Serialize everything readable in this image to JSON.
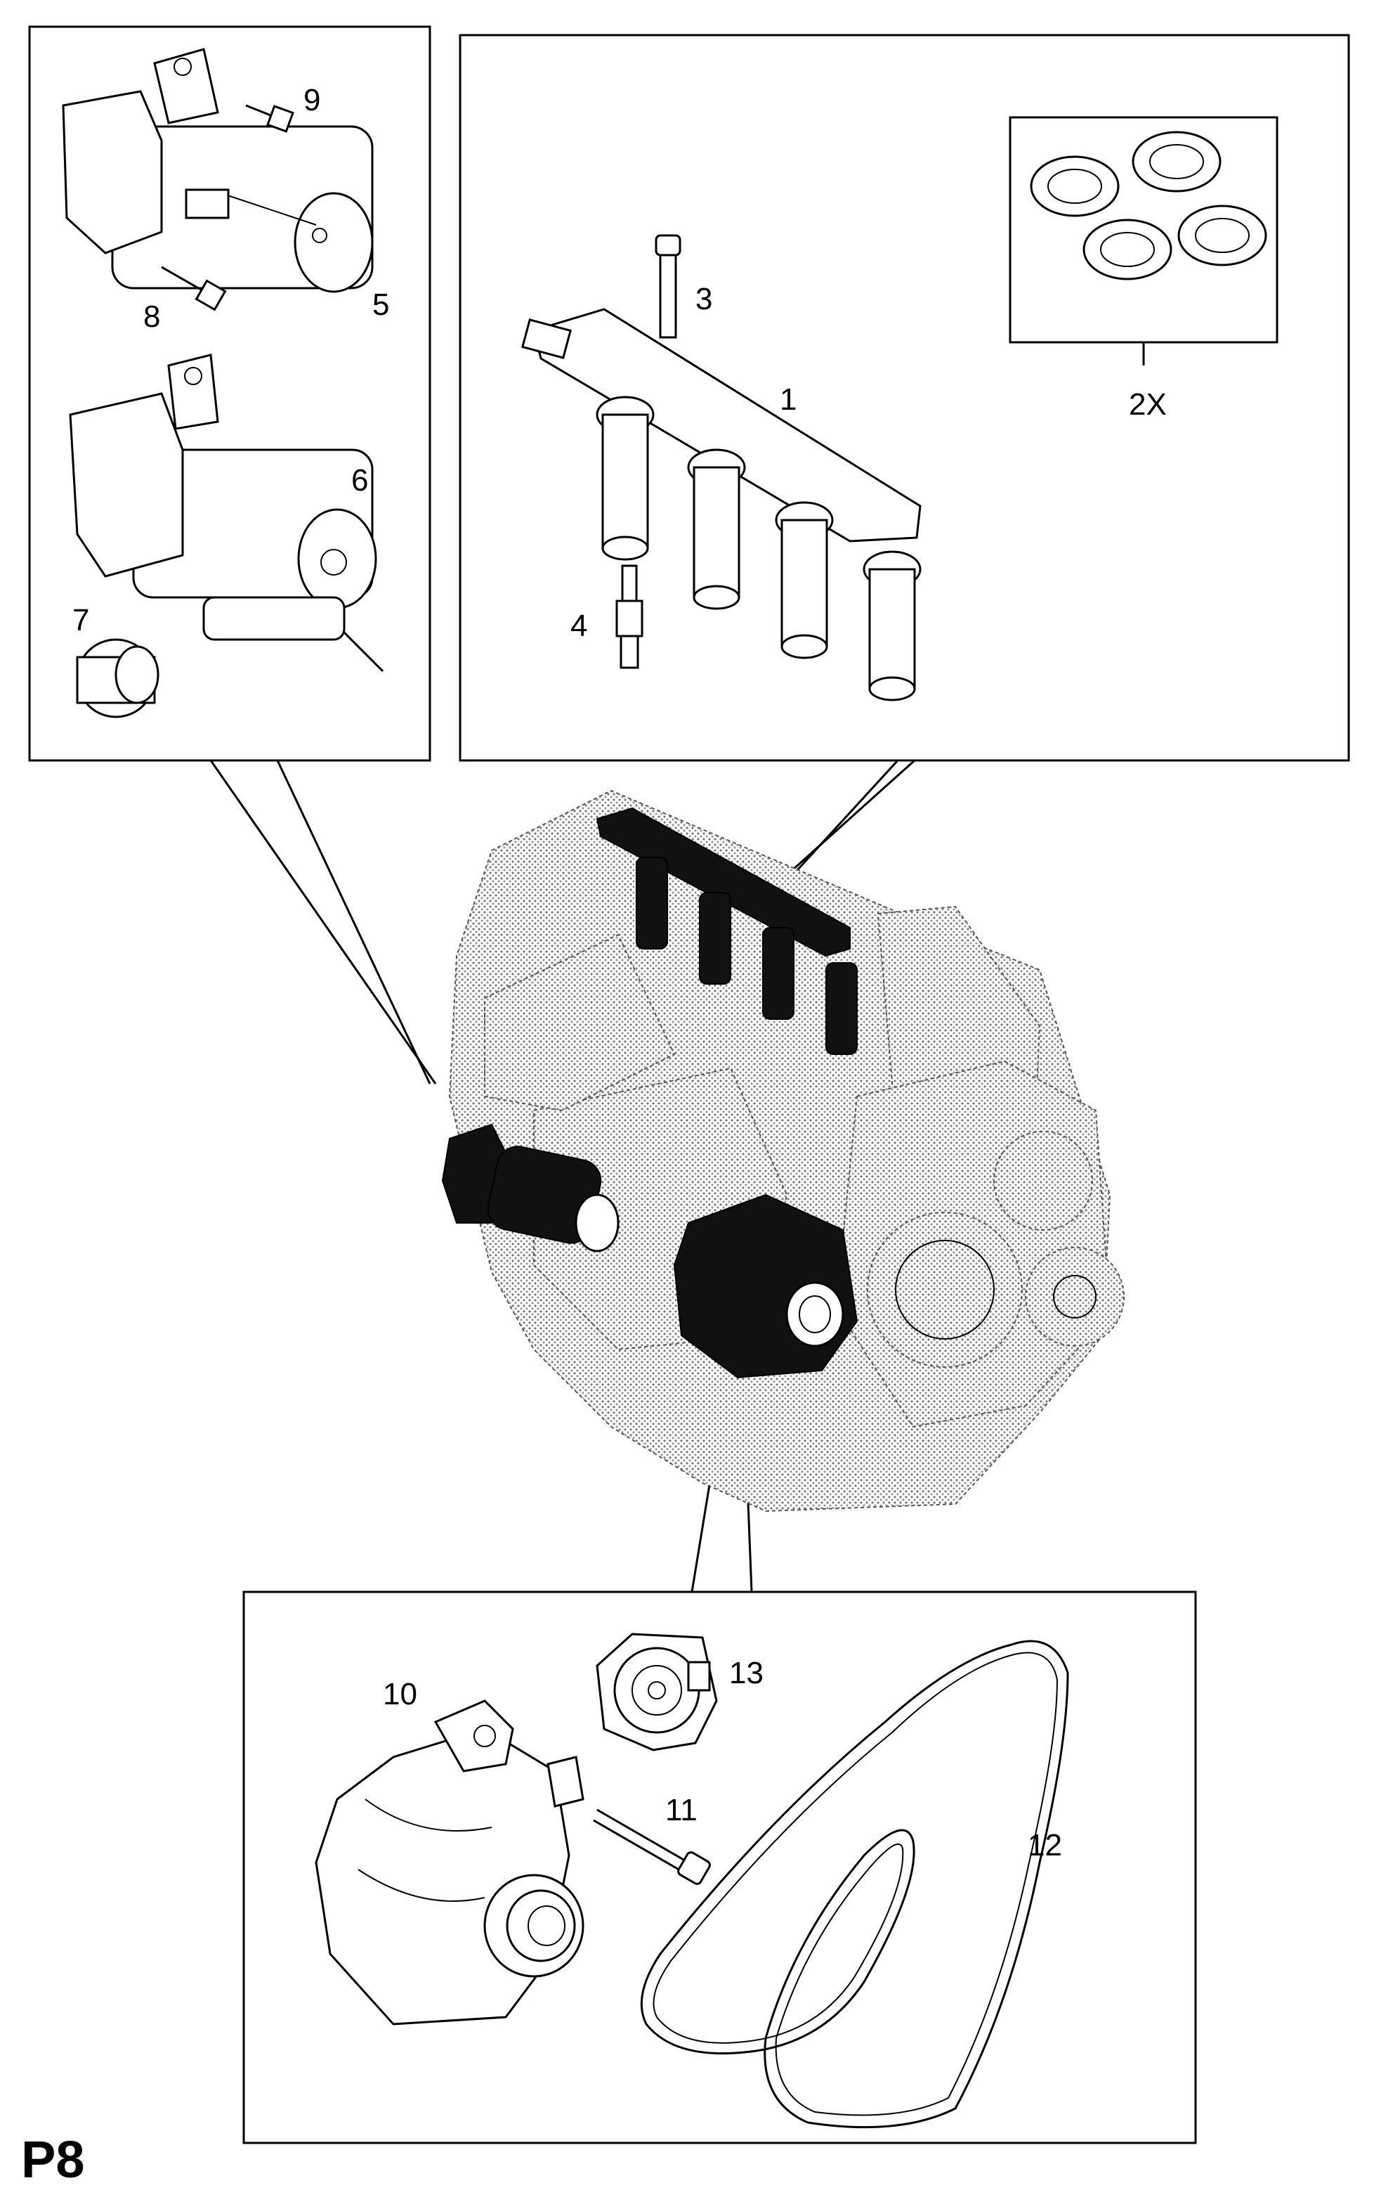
{
  "page_label": "P8",
  "callouts": {
    "starter_box": {
      "n9": "9",
      "n8": "8",
      "n5": "5",
      "n6": "6",
      "n7": "7"
    },
    "ignition_box": {
      "n3": "3",
      "n1": "1",
      "n4": "4",
      "n2x": "2X"
    },
    "alternator_box": {
      "n10": "10",
      "n13": "13",
      "n11": "11",
      "n12": "12"
    }
  }
}
